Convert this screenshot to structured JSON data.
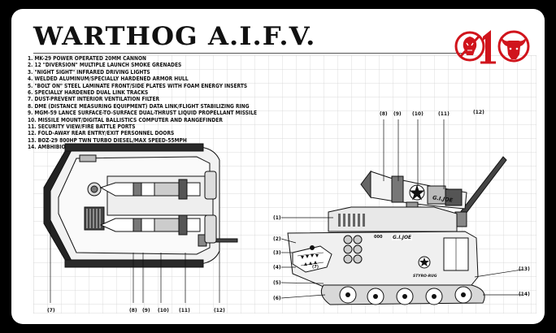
{
  "title": "WARTHOG A.I.F.V.",
  "specifications": [
    "1.  MK-29 POWER OPERATED 20MM CANNON",
    "2.  12 \"DIVERSION\" MULTIPLE LAUNCH SMOKE GRENADES",
    "3.  \"NIGHT SIGHT\" INFRARED DRIVING LIGHTS",
    "4.  WELDED ALUMINUM/SPECIALLY HARDENED ARMOR HULL",
    "5.  \"BOLT ON\" STEEL LAMINATE FRONT/SIDE PLATES WITH FOAM ENERGY INSERTS",
    "6.  SPECIALLY HARDENED DUAL LINK TRACKS",
    "7.  DUST-PREVENT INTERIOR VENTILATION FILTER",
    "8.  DME (DISTANCE MEASURING EQUIPMENT) DATA LINK/FLIGHT STABILIZING RING",
    "9.  MGM-59 LANCE SURFACE-TO-SURFACE DUAL-THRUST LIQUID PROPELLANT MISSILE",
    "10. MISSILE MOUNT/DIGITAL BALLISTICS COMPUTER AND RANGEFINDER",
    "11. SECURITY VIEW/FIRE BATTLE PORTS",
    "12. FOLD-AWAY REAR ENTRY/EXIT PERSONNEL DOORS",
    "13. BOZ-29 800HP TWN TURBO DIESEL/MAX SPEED-55mph",
    "14. AMBHIBIOUS WATER JET PROPULSION SYSTEM"
  ],
  "top_view_callouts": [
    "(7)",
    "(8)",
    "(9)",
    "(10)",
    "(11)",
    "(12)"
  ],
  "side_view_top_callouts": [
    "(8)",
    "(9)",
    "(10)",
    "(11)",
    "(12)"
  ],
  "side_view_left_callouts": [
    "(1)",
    "(2)",
    "(3)",
    "(4)",
    "(5)",
    "(6)"
  ],
  "side_view_right_callouts": [
    "(13)",
    "(14)"
  ],
  "hull_markings": {
    "turret_marking": "G.I.JOE",
    "hull_code": "000",
    "side_marking": "G.I.JOE",
    "hull_name": "STYRO-RUG",
    "shark_tag": "(7)"
  },
  "colors": {
    "background": "#000000",
    "card": "#ffffff",
    "ink": "#111111",
    "grid": "#d4d4d4",
    "logo_red": "#d0141c"
  },
  "icons": [
    "cobra-logo-icon",
    "number-one-icon",
    "bull-head-icon"
  ]
}
